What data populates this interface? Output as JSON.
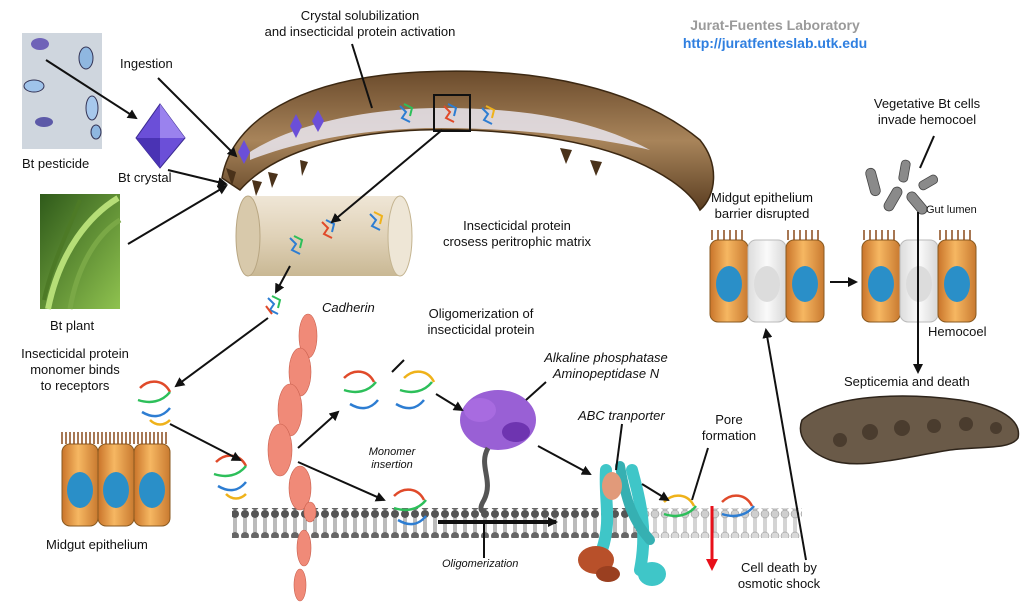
{
  "credit": {
    "lab": "Jurat-Fuentes Laboratory",
    "url": "http://juratfenteslab.utk.edu"
  },
  "labels": {
    "crystal_solubilization_1": "Crystal solubilization",
    "crystal_solubilization_2": "and insecticidal protein activation",
    "ingestion": "Ingestion",
    "bt_pesticide": "Bt pesticide",
    "bt_crystal": "Bt crystal",
    "bt_plant": "Bt plant",
    "crosses_matrix_1": "Insecticidal protein",
    "crosses_matrix_2": "crosess peritrophic matrix",
    "cadherin": "Cadherin",
    "oligomerization_of_1": "Oligomerization of",
    "oligomerization_of_2": "insecticidal protein",
    "monomer_binds_1": "Insecticidal protein",
    "monomer_binds_2": "monomer binds",
    "monomer_binds_3": "to receptors",
    "alkaline_phosphatase": "Alkaline phosphatase",
    "aminopeptidase": "Aminopeptidase N",
    "abc_transporter": "ABC tranporter",
    "pore_formation_1": "Pore",
    "pore_formation_2": "formation",
    "monomer_insertion_1": "Monomer",
    "monomer_insertion_2": "insertion",
    "oligomerization": "Oligomerization",
    "midgut_epithelium": "Midgut epithelium",
    "barrier_disrupted_1": "Midgut epithelium",
    "barrier_disrupted_2": "barrier disrupted",
    "vegetative_1": "Vegetative Bt cells",
    "vegetative_2": "invade hemocoel",
    "gut_lumen": "Gut lumen",
    "hemocoel": "Hemocoel",
    "septicemia": "Septicemia and death",
    "cell_death_1": "Cell death by",
    "cell_death_2": "osmotic shock"
  },
  "colors": {
    "arrow": "#111111",
    "cadherin": "#f08a78",
    "alkaline_phosphatase": "#8e4fd0",
    "abc_transporter": "#3fc6c8",
    "abc_base": "#b8502a",
    "cell_body": "#f0a34a",
    "nucleus": "#2a8fc8",
    "larva": "#8a6a45",
    "pore_arrow": "#e8101a",
    "credit_lab": "#9a9a9a",
    "credit_url": "#2f7fe0"
  }
}
